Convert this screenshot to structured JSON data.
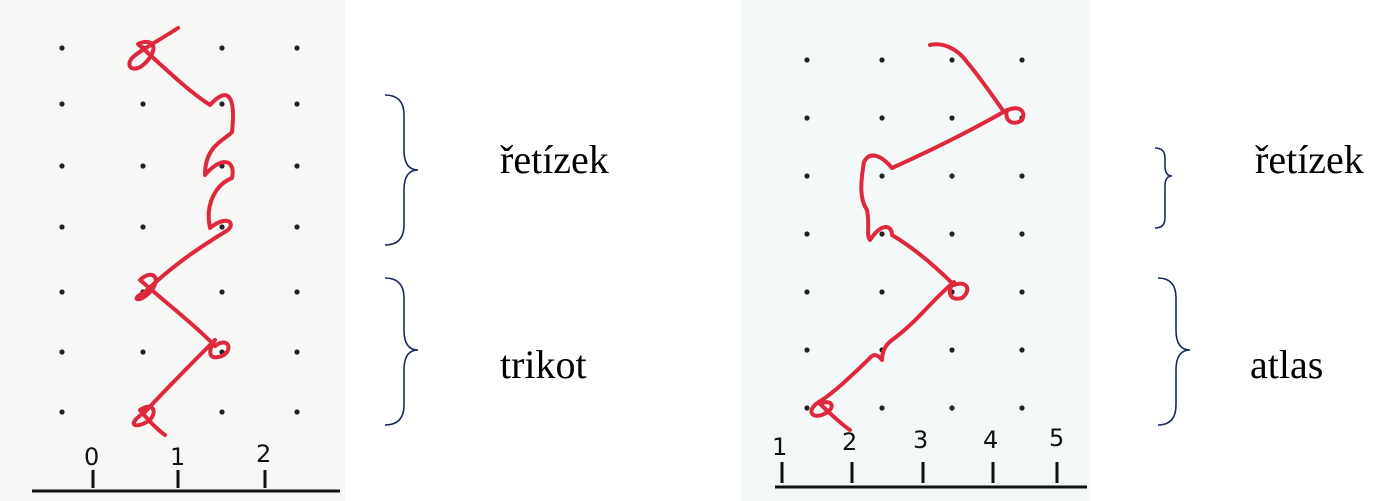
{
  "left_diagram": {
    "labels": {
      "top": "řetízek",
      "bottom": "trikot"
    },
    "needle_numbers": [
      "0",
      "1",
      "2"
    ]
  },
  "right_diagram": {
    "labels": {
      "top": "řetízek",
      "bottom": "atlas"
    },
    "needle_numbers": [
      "1",
      "2",
      "3",
      "4",
      "5"
    ]
  },
  "colors": {
    "stitch": "#e0283c",
    "dot": "#222222",
    "brace": "#1a2a5a"
  }
}
